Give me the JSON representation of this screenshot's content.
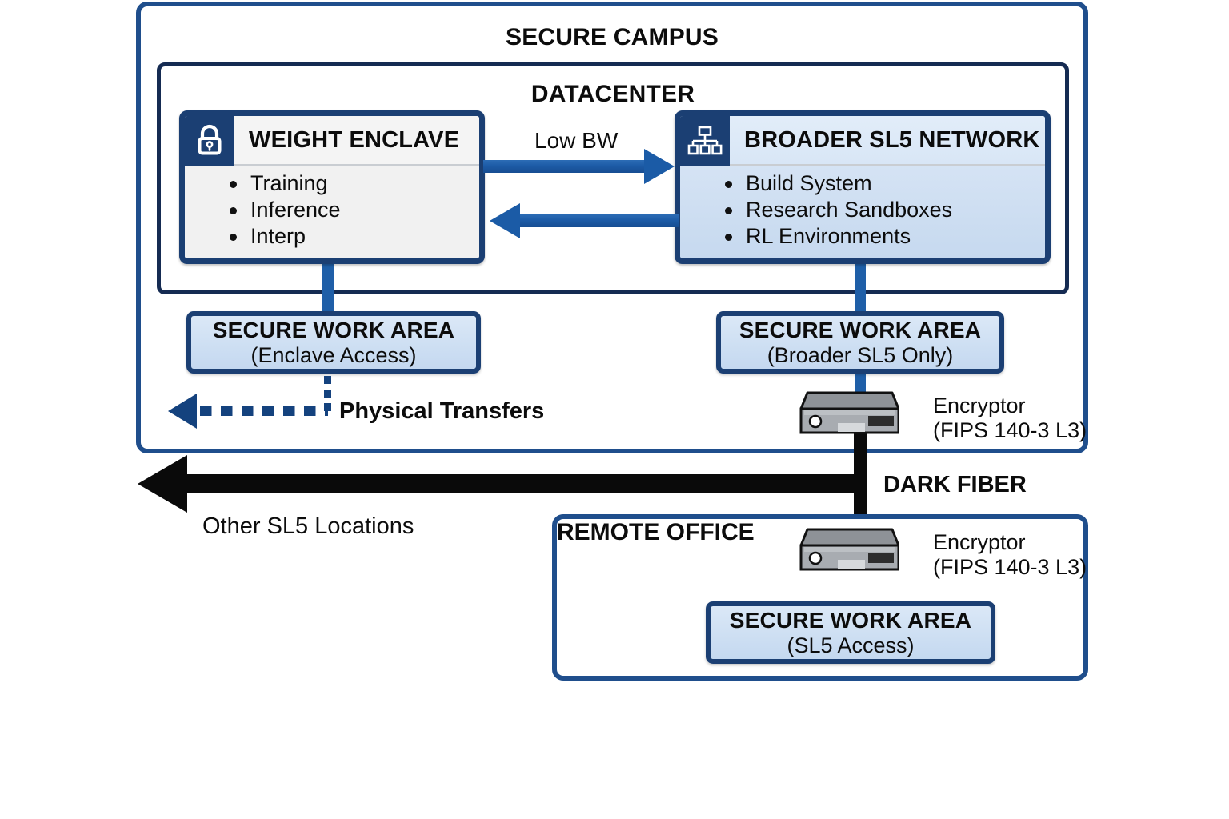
{
  "diagram": {
    "title": "Secure Campus network architecture",
    "colors": {
      "frame_blue": "#1F4E8C",
      "frame_navy": "#152B52",
      "card_border": "#1B3F73",
      "arrow_blue": "#1B5BA6",
      "link_blue": "#1F5FA8",
      "dotted_blue": "#14427E",
      "fiber_black": "#0a0a0a",
      "card_light_body": "#f1f1f1",
      "card_blue_body": "#cfe0f3"
    }
  },
  "campus": {
    "title": "SECURE CAMPUS"
  },
  "datacenter": {
    "title": "DATACENTER",
    "nodes": [
      {
        "id": "weight-enclave",
        "icon": "lock-icon",
        "title": "WEIGHT ENCLAVE",
        "items": [
          "Training",
          "Inference",
          "Interp"
        ]
      },
      {
        "id": "broader-sl5-network",
        "icon": "network-hierarchy-icon",
        "title": "BROADER SL5 NETWORK",
        "items": [
          "Build System",
          "Research Sandboxes",
          "RL Environments"
        ]
      }
    ],
    "link_label": "Low BW"
  },
  "work_areas": {
    "enclave": {
      "title": "SECURE WORK AREA",
      "subtitle": "(Enclave Access)"
    },
    "broader": {
      "title": "SECURE WORK AREA",
      "subtitle": "(Broader SL5 Only)"
    },
    "remote": {
      "title": "SECURE WORK AREA",
      "subtitle": "(SL5 Access)"
    }
  },
  "physical_transfers": {
    "label": "Physical Transfers"
  },
  "encryptors": {
    "campus": {
      "name": "Encryptor",
      "spec": "(FIPS 140-3 L3)"
    },
    "remote": {
      "name": "Encryptor",
      "spec": "(FIPS 140-3 L3)"
    }
  },
  "fiber": {
    "label": "DARK FIBER",
    "destination": "Other SL5 Locations"
  },
  "remote_office": {
    "title": "REMOTE OFFICE"
  }
}
